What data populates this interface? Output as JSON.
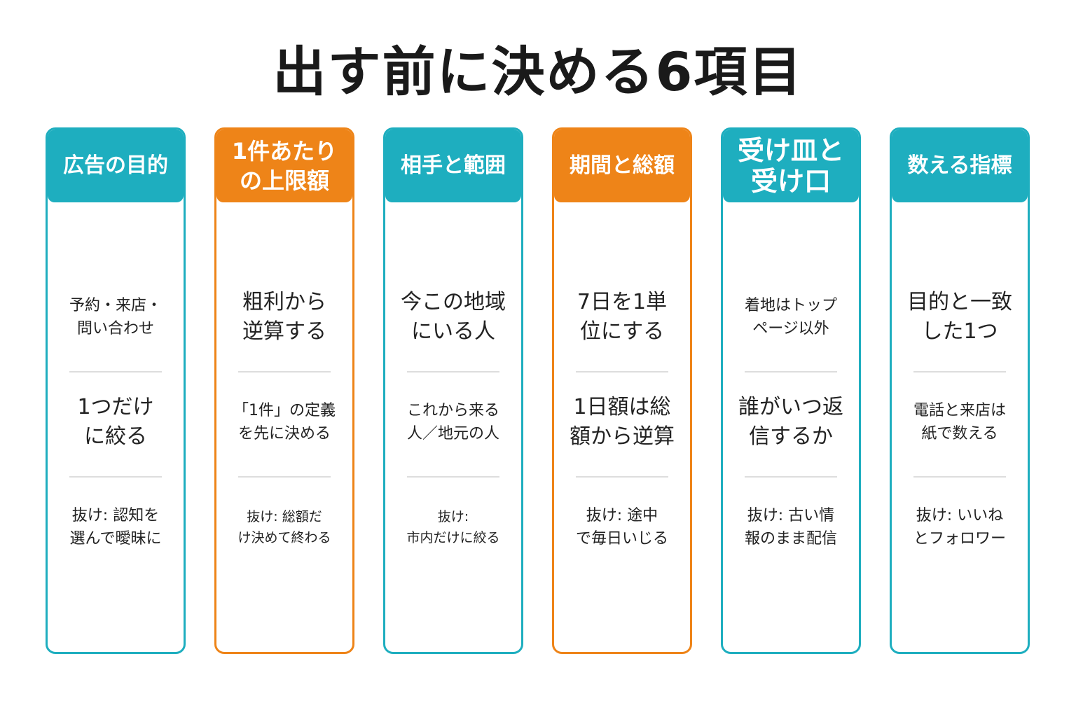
{
  "title": "出す前に決める6項目",
  "colors": {
    "teal": "#1eaebf",
    "orange": "#ee8418",
    "divider": "#dddddd",
    "text": "#222222"
  },
  "columns": [
    {
      "header": "広告の目的",
      "color": "teal",
      "rows": [
        "予約・来店・\n問い合わせ",
        "1つだけ\nに絞る",
        "抜け: 認知を\n選んで曖昧に"
      ]
    },
    {
      "header": "1件あたり\nの上限額",
      "color": "orange",
      "rows": [
        "粗利から\n逆算する",
        "「1件」の定義\nを先に決める",
        "抜け: 総額だ\nけ決めて終わる"
      ]
    },
    {
      "header": "相手と範囲",
      "color": "teal",
      "rows": [
        "今この地域\nにいる人",
        "これから来る\n人／地元の人",
        "抜け:\n市内だけに絞る"
      ]
    },
    {
      "header": "期間と総額",
      "color": "orange",
      "rows": [
        "7日を1単\n位にする",
        "1日額は総\n額から逆算",
        "抜け: 途中\nで毎日いじる"
      ]
    },
    {
      "header": "受け皿と\n受け口",
      "color": "teal",
      "rows": [
        "着地はトップ\nページ以外",
        "誰がいつ返\n信するか",
        "抜け: 古い情\n報のまま配信"
      ]
    },
    {
      "header": "数える指標",
      "color": "teal",
      "rows": [
        "目的と一致\nした1つ",
        "電話と来店は\n紙で数える",
        "抜け: いいね\nとフォロワー"
      ]
    }
  ]
}
